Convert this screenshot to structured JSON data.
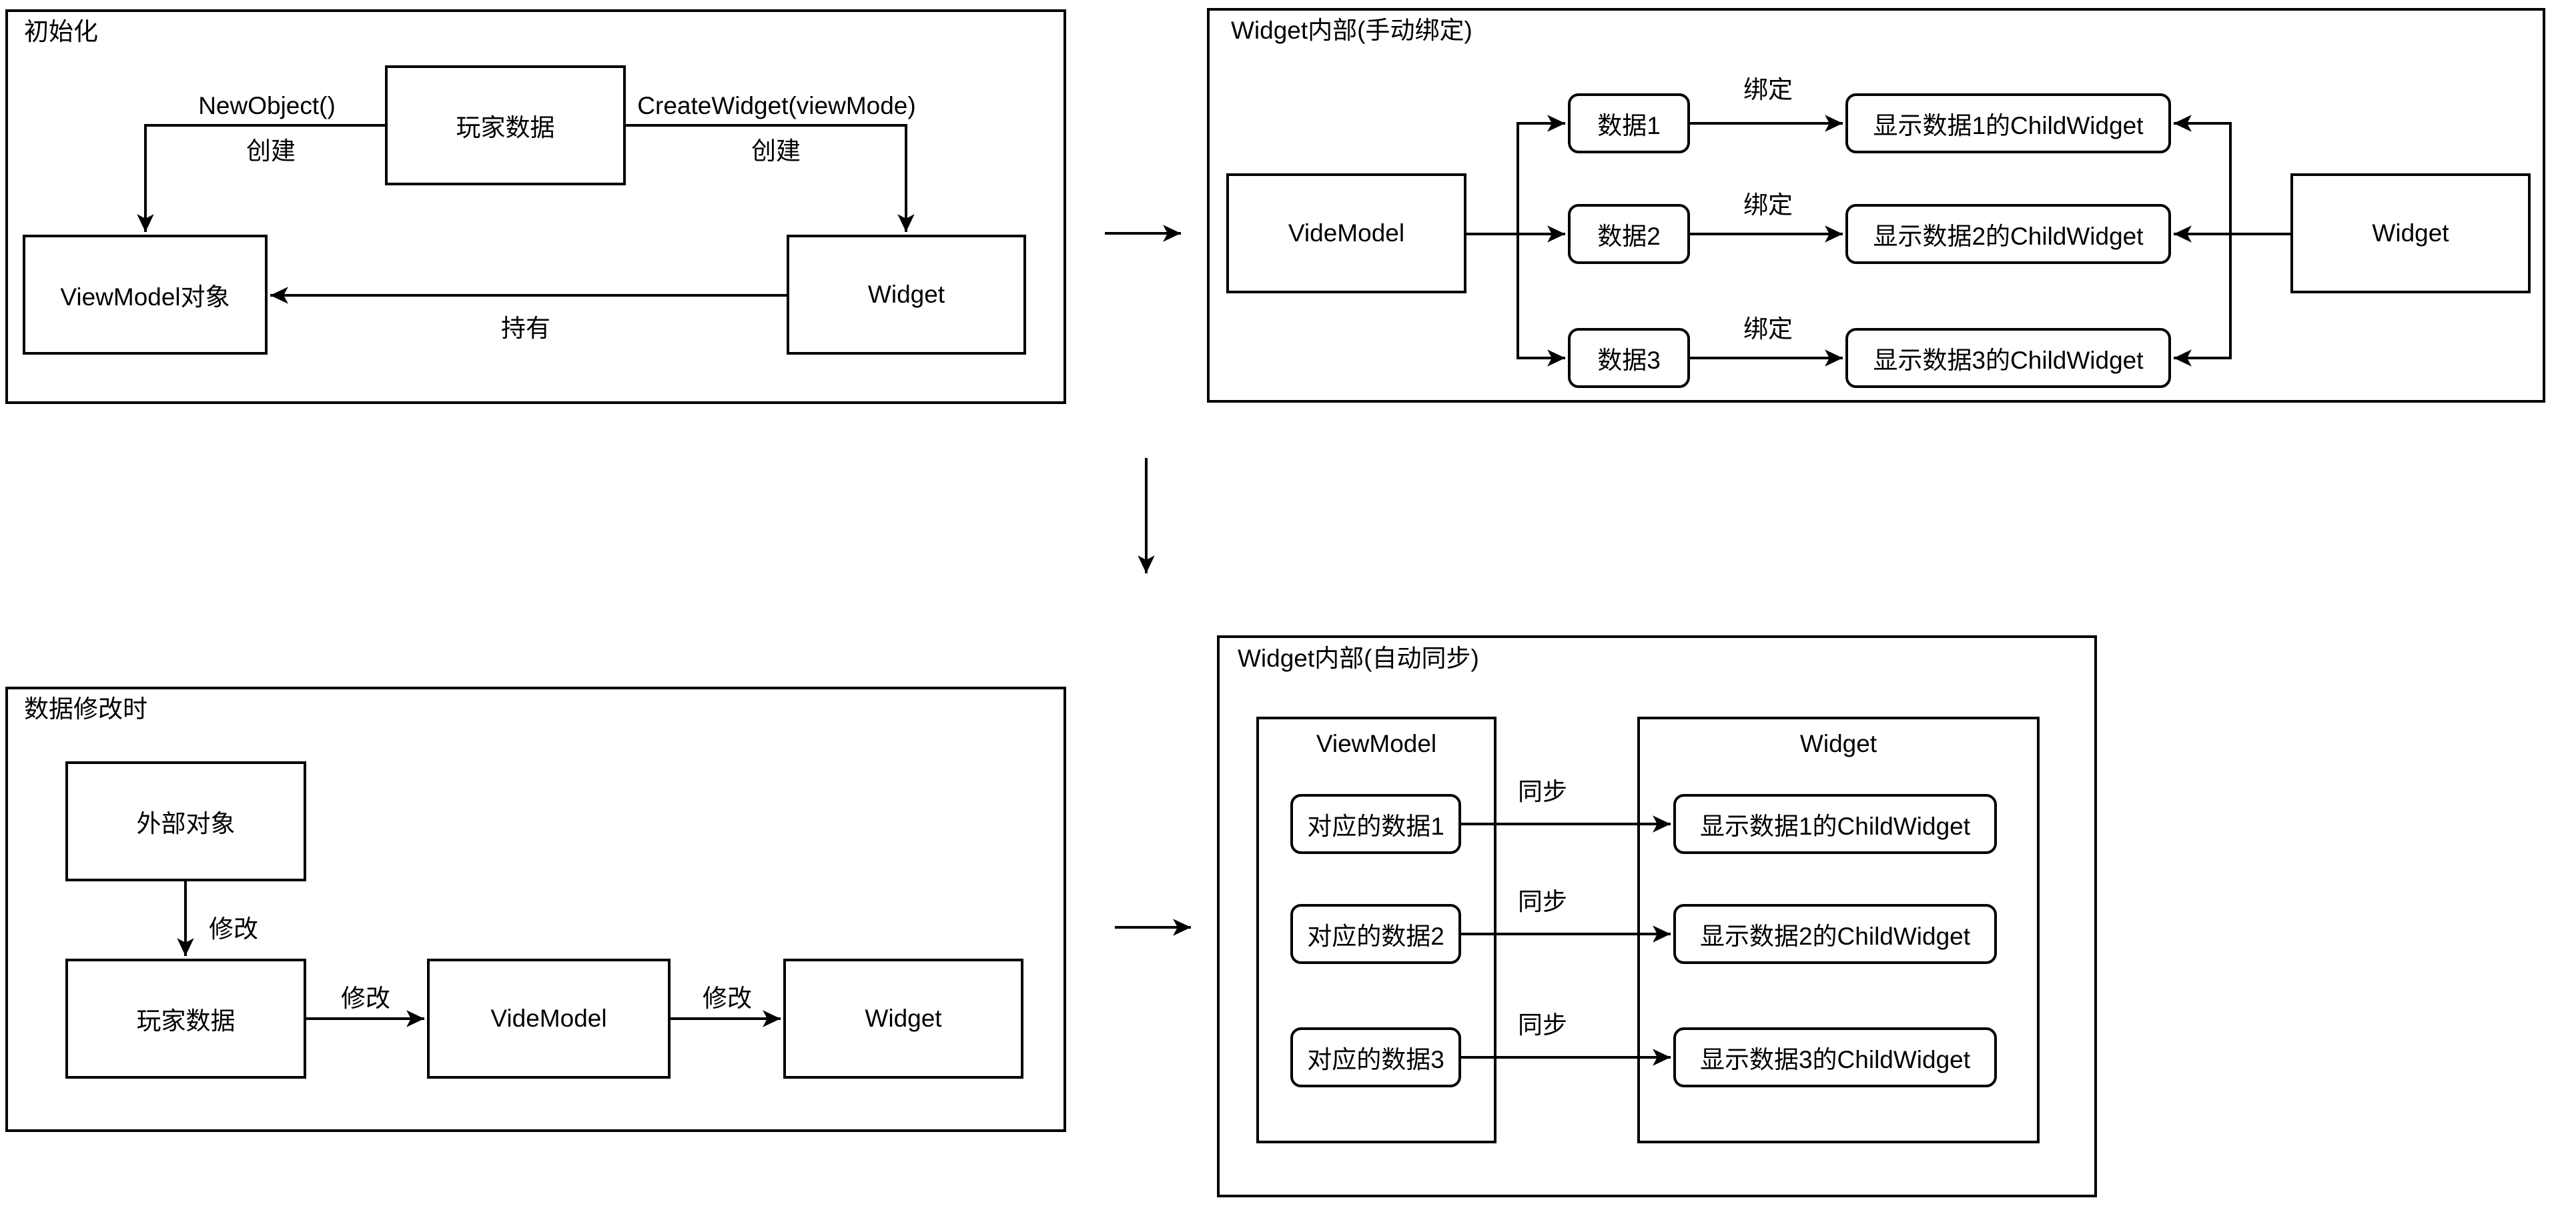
{
  "panels": {
    "init": {
      "title": "初始化",
      "boxes": {
        "player_data": "玩家数据",
        "viewmodel_obj": "ViewModel对象",
        "widget": "Widget"
      },
      "edge_labels": {
        "new_object": "NewObject()",
        "create_left": "创建",
        "create_widget": "CreateWidget(viewMode)",
        "create_right": "创建",
        "hold": "持有"
      }
    },
    "manual_binding": {
      "title": "Widget内部(手动绑定)",
      "boxes": {
        "videmodel": "VideModel",
        "widget": "Widget"
      },
      "data_items": [
        "数据1",
        "数据2",
        "数据3"
      ],
      "child_widgets": [
        "显示数据1的ChildWidget",
        "显示数据2的ChildWidget",
        "显示数据3的ChildWidget"
      ],
      "edge_labels": {
        "bind": "绑定"
      }
    },
    "data_modify": {
      "title": "数据修改时",
      "boxes": {
        "external_obj": "外部对象",
        "player_data": "玩家数据",
        "videmodel": "VideModel",
        "widget": "Widget"
      },
      "edge_labels": {
        "modify": "修改"
      }
    },
    "auto_sync": {
      "title": "Widget内部(自动同步)",
      "containers": {
        "viewmodel": "ViewModel",
        "widget": "Widget"
      },
      "data_items": [
        "对应的数据1",
        "对应的数据2",
        "对应的数据3"
      ],
      "child_widgets": [
        "显示数据1的ChildWidget",
        "显示数据2的ChildWidget",
        "显示数据3的ChildWidget"
      ],
      "edge_labels": {
        "sync": "同步"
      }
    }
  },
  "colors": {
    "line": "#000000",
    "background": "#ffffff",
    "text": "#000000"
  }
}
